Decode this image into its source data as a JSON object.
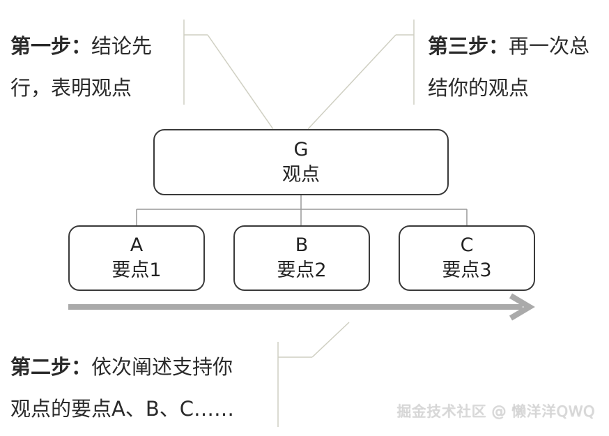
{
  "steps": {
    "step1": {
      "label": "第一步：",
      "line1": "结论先",
      "line2": "行，表明观点"
    },
    "step2": {
      "label": "第二步：",
      "line1": "依次阐述支持你",
      "line2": "观点的要点A、B、C……"
    },
    "step3": {
      "label": "第三步：",
      "line1": "再一次总",
      "line2": "结你的观点"
    }
  },
  "nodes": {
    "top": {
      "letter": "G",
      "label": "观点"
    },
    "left": {
      "letter": "A",
      "label": "要点1"
    },
    "mid": {
      "letter": "B",
      "label": "要点2"
    },
    "right": {
      "letter": "C",
      "label": "要点3"
    }
  },
  "watermark": "掘金技术社区 @ 懒洋洋QWQ",
  "colors": {
    "box_border": "#3a3a3a",
    "callout_line": "#cfcfc2",
    "arrow": "#aaaaaa",
    "text": "#2a2a2a"
  }
}
